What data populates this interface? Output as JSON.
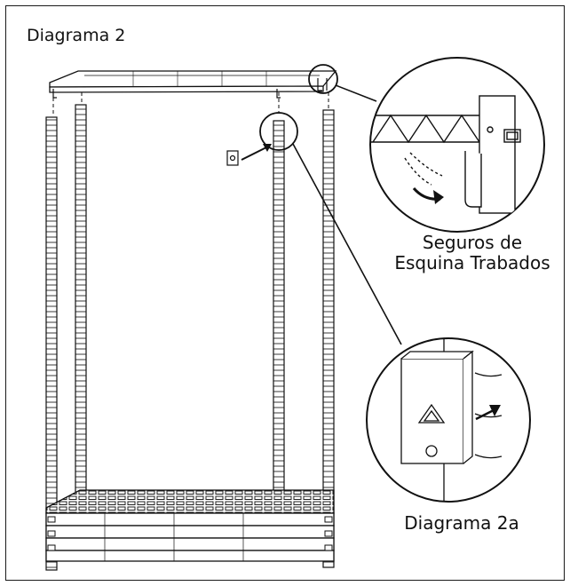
{
  "diagram": {
    "title": "Diagrama 2",
    "callout_locks_line1": "Seguros de",
    "callout_locks_line2": "Esquina Trabados",
    "callout_detail": "Diagrama 2a"
  }
}
